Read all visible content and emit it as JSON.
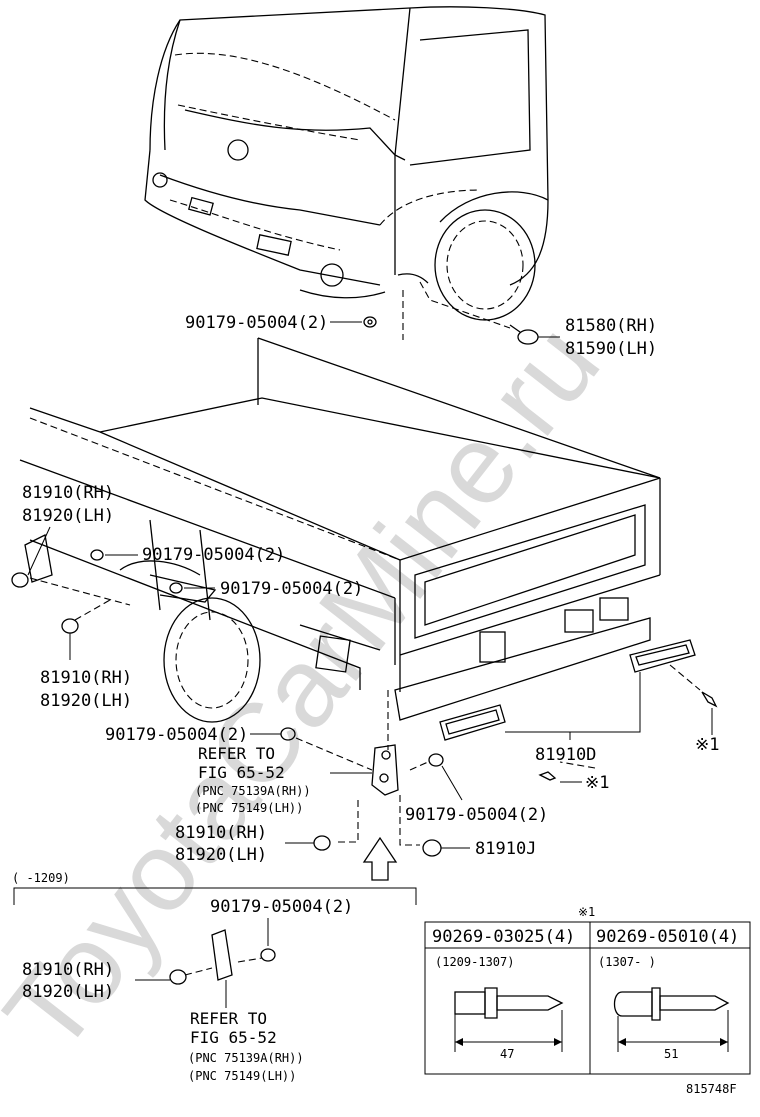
{
  "watermark": "ToyotaCarMine.ru",
  "figure_code": "815748F",
  "labels": {
    "clip_top": "90179-05004(2)",
    "lamp_rh": "81580(RH)",
    "lamp_lh": "81590(LH)",
    "side_rh_1": "81910(RH)",
    "side_lh_1": "81920(LH)",
    "clip_left_1": "90179-05004(2)",
    "clip_left_2": "90179-05004(2)",
    "side_rh_2": "81910(RH)",
    "side_lh_2": "81920(LH)",
    "clip_mid_left": "90179-05004(2)",
    "refer_to": "REFER TO",
    "fig": "FIG 65-52",
    "pnc_rh": "(PNC 75139A(RH))",
    "pnc_lh": "(PNC 75149(LH))",
    "side_rh_3": "81910(RH)",
    "side_lh_3": "81920(LH)",
    "clip_mid_right": "90179-05004(2)",
    "reflector_d": "81910D",
    "reflector_j": "81910J",
    "mark_1": "※1",
    "mark_2": "※1"
  },
  "inset": {
    "range": "(      -1209)",
    "clip": "90179-05004(2)",
    "side_rh": "81910(RH)",
    "side_lh": "81920(LH)",
    "refer_to": "REFER TO",
    "fig": "FIG 65-52",
    "pnc_rh": "(PNC 75139A(RH))",
    "pnc_lh": "(PNC 75149(LH))"
  },
  "rivet_table": {
    "mark": "※1",
    "col1_part": "90269-03025(4)",
    "col2_part": "90269-05010(4)",
    "col1_range": "(1209-1307)",
    "col2_range": "(1307-      )",
    "col1_length": "47",
    "col2_length": "51"
  }
}
